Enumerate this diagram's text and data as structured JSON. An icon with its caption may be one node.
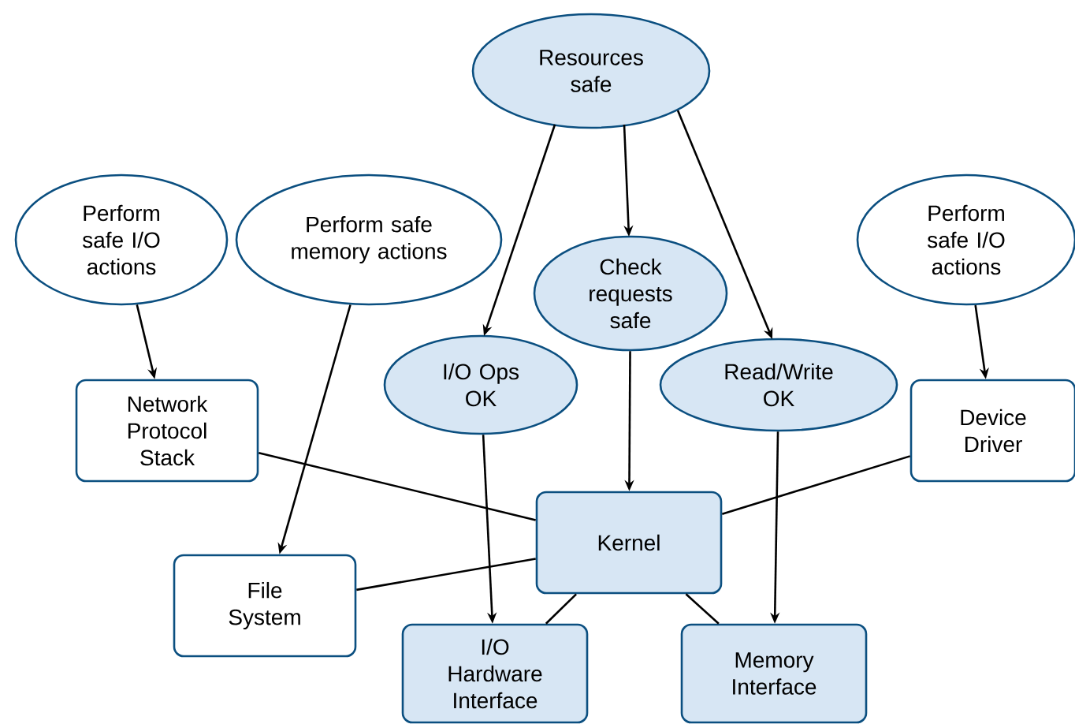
{
  "diagram": {
    "nodes": [
      {
        "text": [
          "Resources safe"
        ]
      },
      {
        "text": [
          "Perform safe I/O actions"
        ]
      },
      {
        "text": [
          "Perform safe memory actions"
        ]
      },
      {
        "text": [
          "Check requests safe"
        ]
      },
      {
        "text": [
          "Perform safe I/O actions"
        ]
      },
      {
        "text": [
          "I/O Ops OK"
        ]
      },
      {
        "text": [
          "Read/Write OK"
        ]
      },
      {
        "text": [
          "Network Protocol Stack"
        ]
      },
      {
        "text": [
          "Device Driver"
        ]
      },
      {
        "text": [
          "Kernel"
        ]
      },
      {
        "text": [
          "File System"
        ]
      },
      {
        "text": [
          "I/O Hardware Interface"
        ]
      },
      {
        "text": [
          "Memory Interface"
        ]
      }
    ],
    "edges": [
      {
        "from": 0,
        "to": 5,
        "arrow": "to"
      },
      {
        "from": 0,
        "to": 3,
        "arrow": "to"
      },
      {
        "from": 0,
        "to": 6,
        "arrow": "to"
      },
      {
        "from": 1,
        "to": 7,
        "arrow": "to"
      },
      {
        "from": 2,
        "to": 10,
        "arrow": "to"
      },
      {
        "from": 4,
        "to": 8,
        "arrow": "to"
      },
      {
        "from": 3,
        "to": 9,
        "arrow": "to"
      },
      {
        "from": 5,
        "to": 11,
        "arrow": "to"
      },
      {
        "from": 6,
        "to": 12,
        "arrow": "to"
      },
      {
        "from": 7,
        "to": 9,
        "arrow": "none"
      },
      {
        "from": 8,
        "to": 9,
        "arrow": "none"
      },
      {
        "from": 10,
        "to": 9,
        "arrow": "none"
      },
      {
        "from": 9,
        "to": 11,
        "arrow": "none"
      },
      {
        "from": 9,
        "to": 12,
        "arrow": "none"
      }
    ]
  }
}
